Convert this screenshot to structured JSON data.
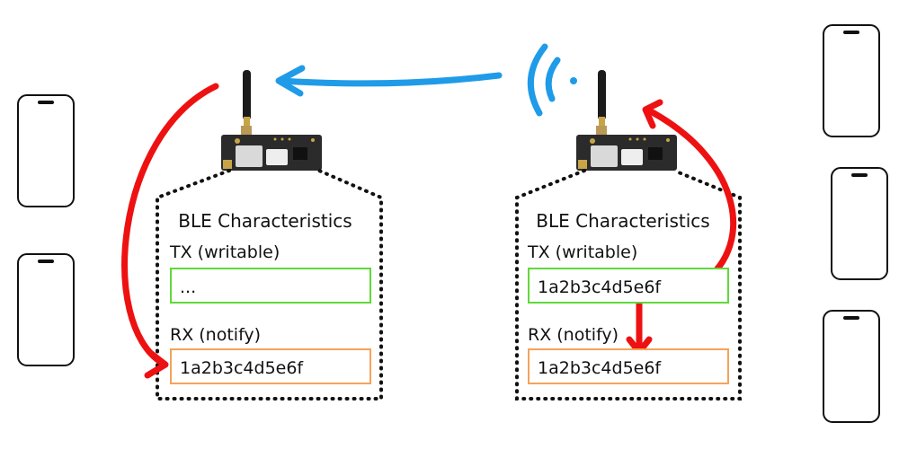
{
  "colors": {
    "arrow_red": "#ee1111",
    "arrow_blue": "#1f9be8",
    "tx_border": "#5fd93a",
    "rx_border": "#f4a35a",
    "board_pcb": "#2b2b2b"
  },
  "icons": [
    "phone-icon",
    "lora-board-icon",
    "antenna-icon",
    "wireless-signal-icon"
  ],
  "left_device": {
    "panel_title": "BLE Characteristics",
    "tx_label": "TX (writable)",
    "tx_value": "...",
    "rx_label": "RX (notify)",
    "rx_value": "1a2b3c4d5e6f"
  },
  "right_device": {
    "panel_title": "BLE Characteristics",
    "tx_label": "TX (writable)",
    "tx_value": "1a2b3c4d5e6f",
    "rx_label": "RX (notify)",
    "rx_value": "1a2b3c4d5e6f"
  }
}
